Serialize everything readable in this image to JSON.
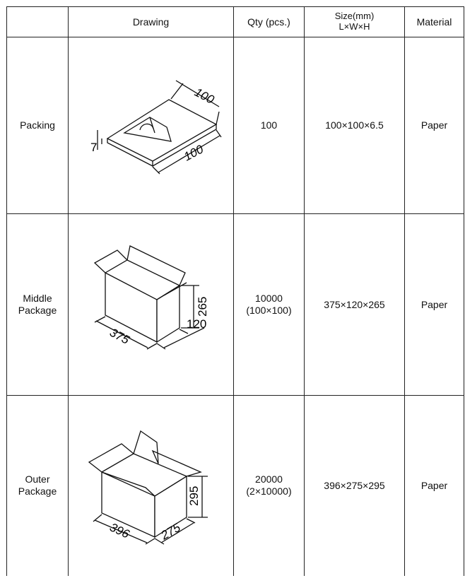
{
  "headers": {
    "name": "",
    "drawing": "Drawing",
    "qty": "Qty (pcs.)",
    "size_line1": "Size(mm)",
    "size_line2": "L×W×H",
    "material": "Material"
  },
  "rows": [
    {
      "label": "Packing",
      "qty": "100",
      "qty_detail": "",
      "size": "100×100×6.5",
      "material": "Paper",
      "drawing": {
        "icon": "tray-icon",
        "dims": [
          "100",
          "100",
          "7"
        ]
      }
    },
    {
      "label": "Middle\nPackage",
      "qty": "10000",
      "qty_detail": "(100×100)",
      "size": "375×120×265",
      "material": "Paper",
      "drawing": {
        "icon": "open-box-icon",
        "dims": [
          "375",
          "120",
          "265"
        ]
      }
    },
    {
      "label": "Outer\nPackage",
      "qty": "20000",
      "qty_detail": "(2×10000)",
      "size": "396×275×295",
      "material": "Paper",
      "drawing": {
        "icon": "carton-box-icon",
        "dims": [
          "396",
          "275",
          "295"
        ]
      }
    }
  ]
}
